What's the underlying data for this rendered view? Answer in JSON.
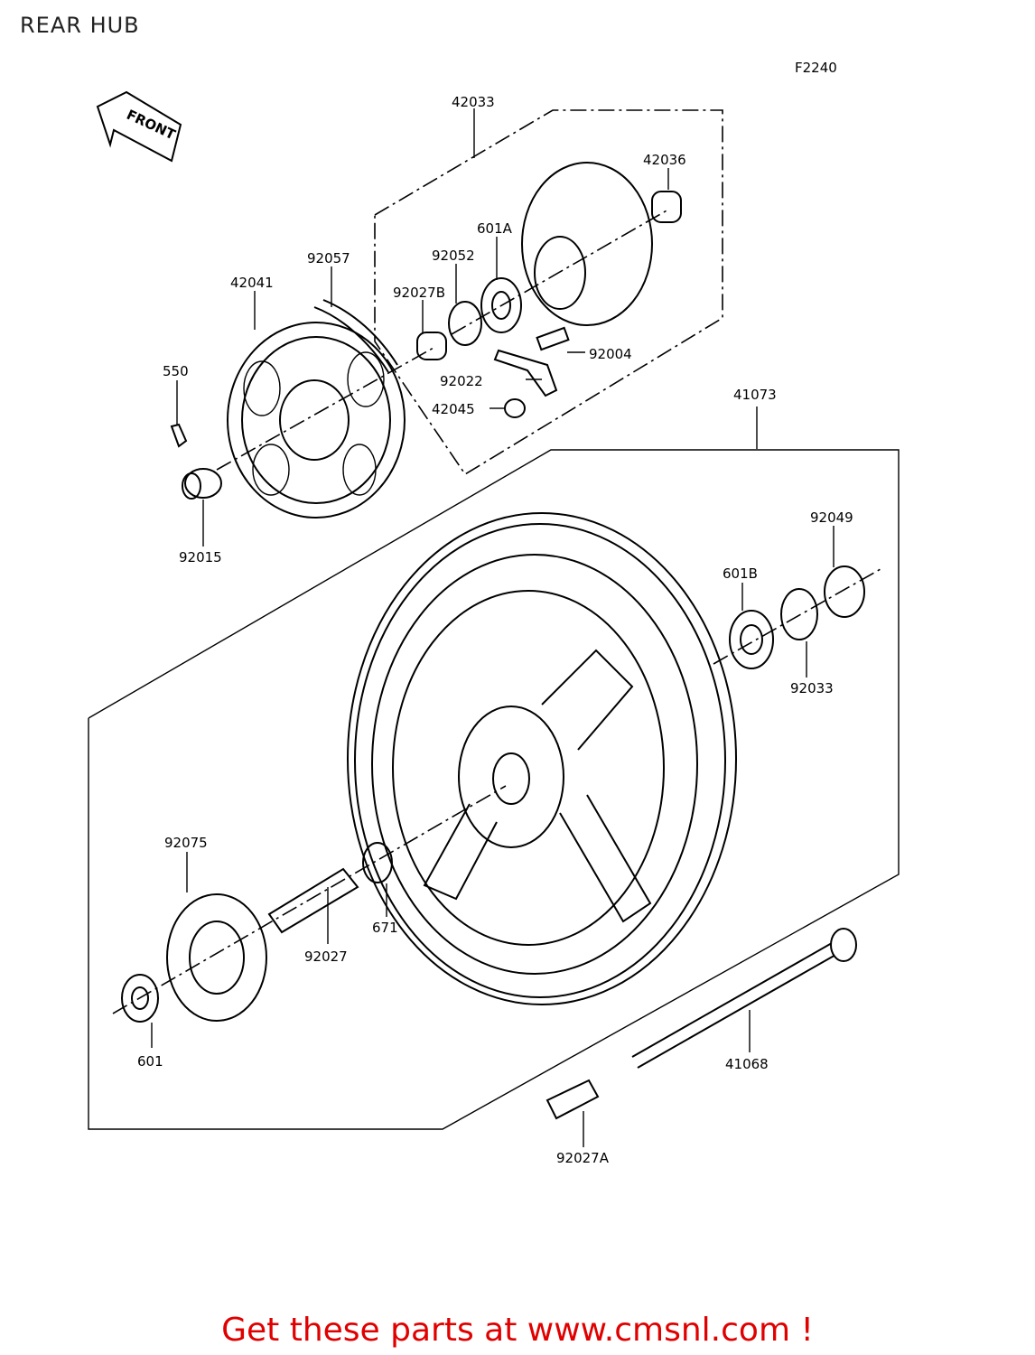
{
  "title": "REAR HUB",
  "figure_code": "F2240",
  "front_label": "FRONT",
  "parts": [
    {
      "id": "42033",
      "label": "42033"
    },
    {
      "id": "42036",
      "label": "42036"
    },
    {
      "id": "601A",
      "label": "601A"
    },
    {
      "id": "92052",
      "label": "92052"
    },
    {
      "id": "92057",
      "label": "92057"
    },
    {
      "id": "42041",
      "label": "42041"
    },
    {
      "id": "92027B",
      "label": "92027B"
    },
    {
      "id": "550",
      "label": "550"
    },
    {
      "id": "92004",
      "label": "92004"
    },
    {
      "id": "92022",
      "label": "92022"
    },
    {
      "id": "42045",
      "label": "42045"
    },
    {
      "id": "41073",
      "label": "41073"
    },
    {
      "id": "92015",
      "label": "92015"
    },
    {
      "id": "92049",
      "label": "92049"
    },
    {
      "id": "601B",
      "label": "601B"
    },
    {
      "id": "92033",
      "label": "92033"
    },
    {
      "id": "92075",
      "label": "92075"
    },
    {
      "id": "671",
      "label": "671"
    },
    {
      "id": "92027",
      "label": "92027"
    },
    {
      "id": "601",
      "label": "601"
    },
    {
      "id": "41068",
      "label": "41068"
    },
    {
      "id": "92027A",
      "label": "92027A"
    }
  ],
  "footer": {
    "text": "Get these parts at www.cmsnl.com !",
    "link_color": "#e00000"
  }
}
